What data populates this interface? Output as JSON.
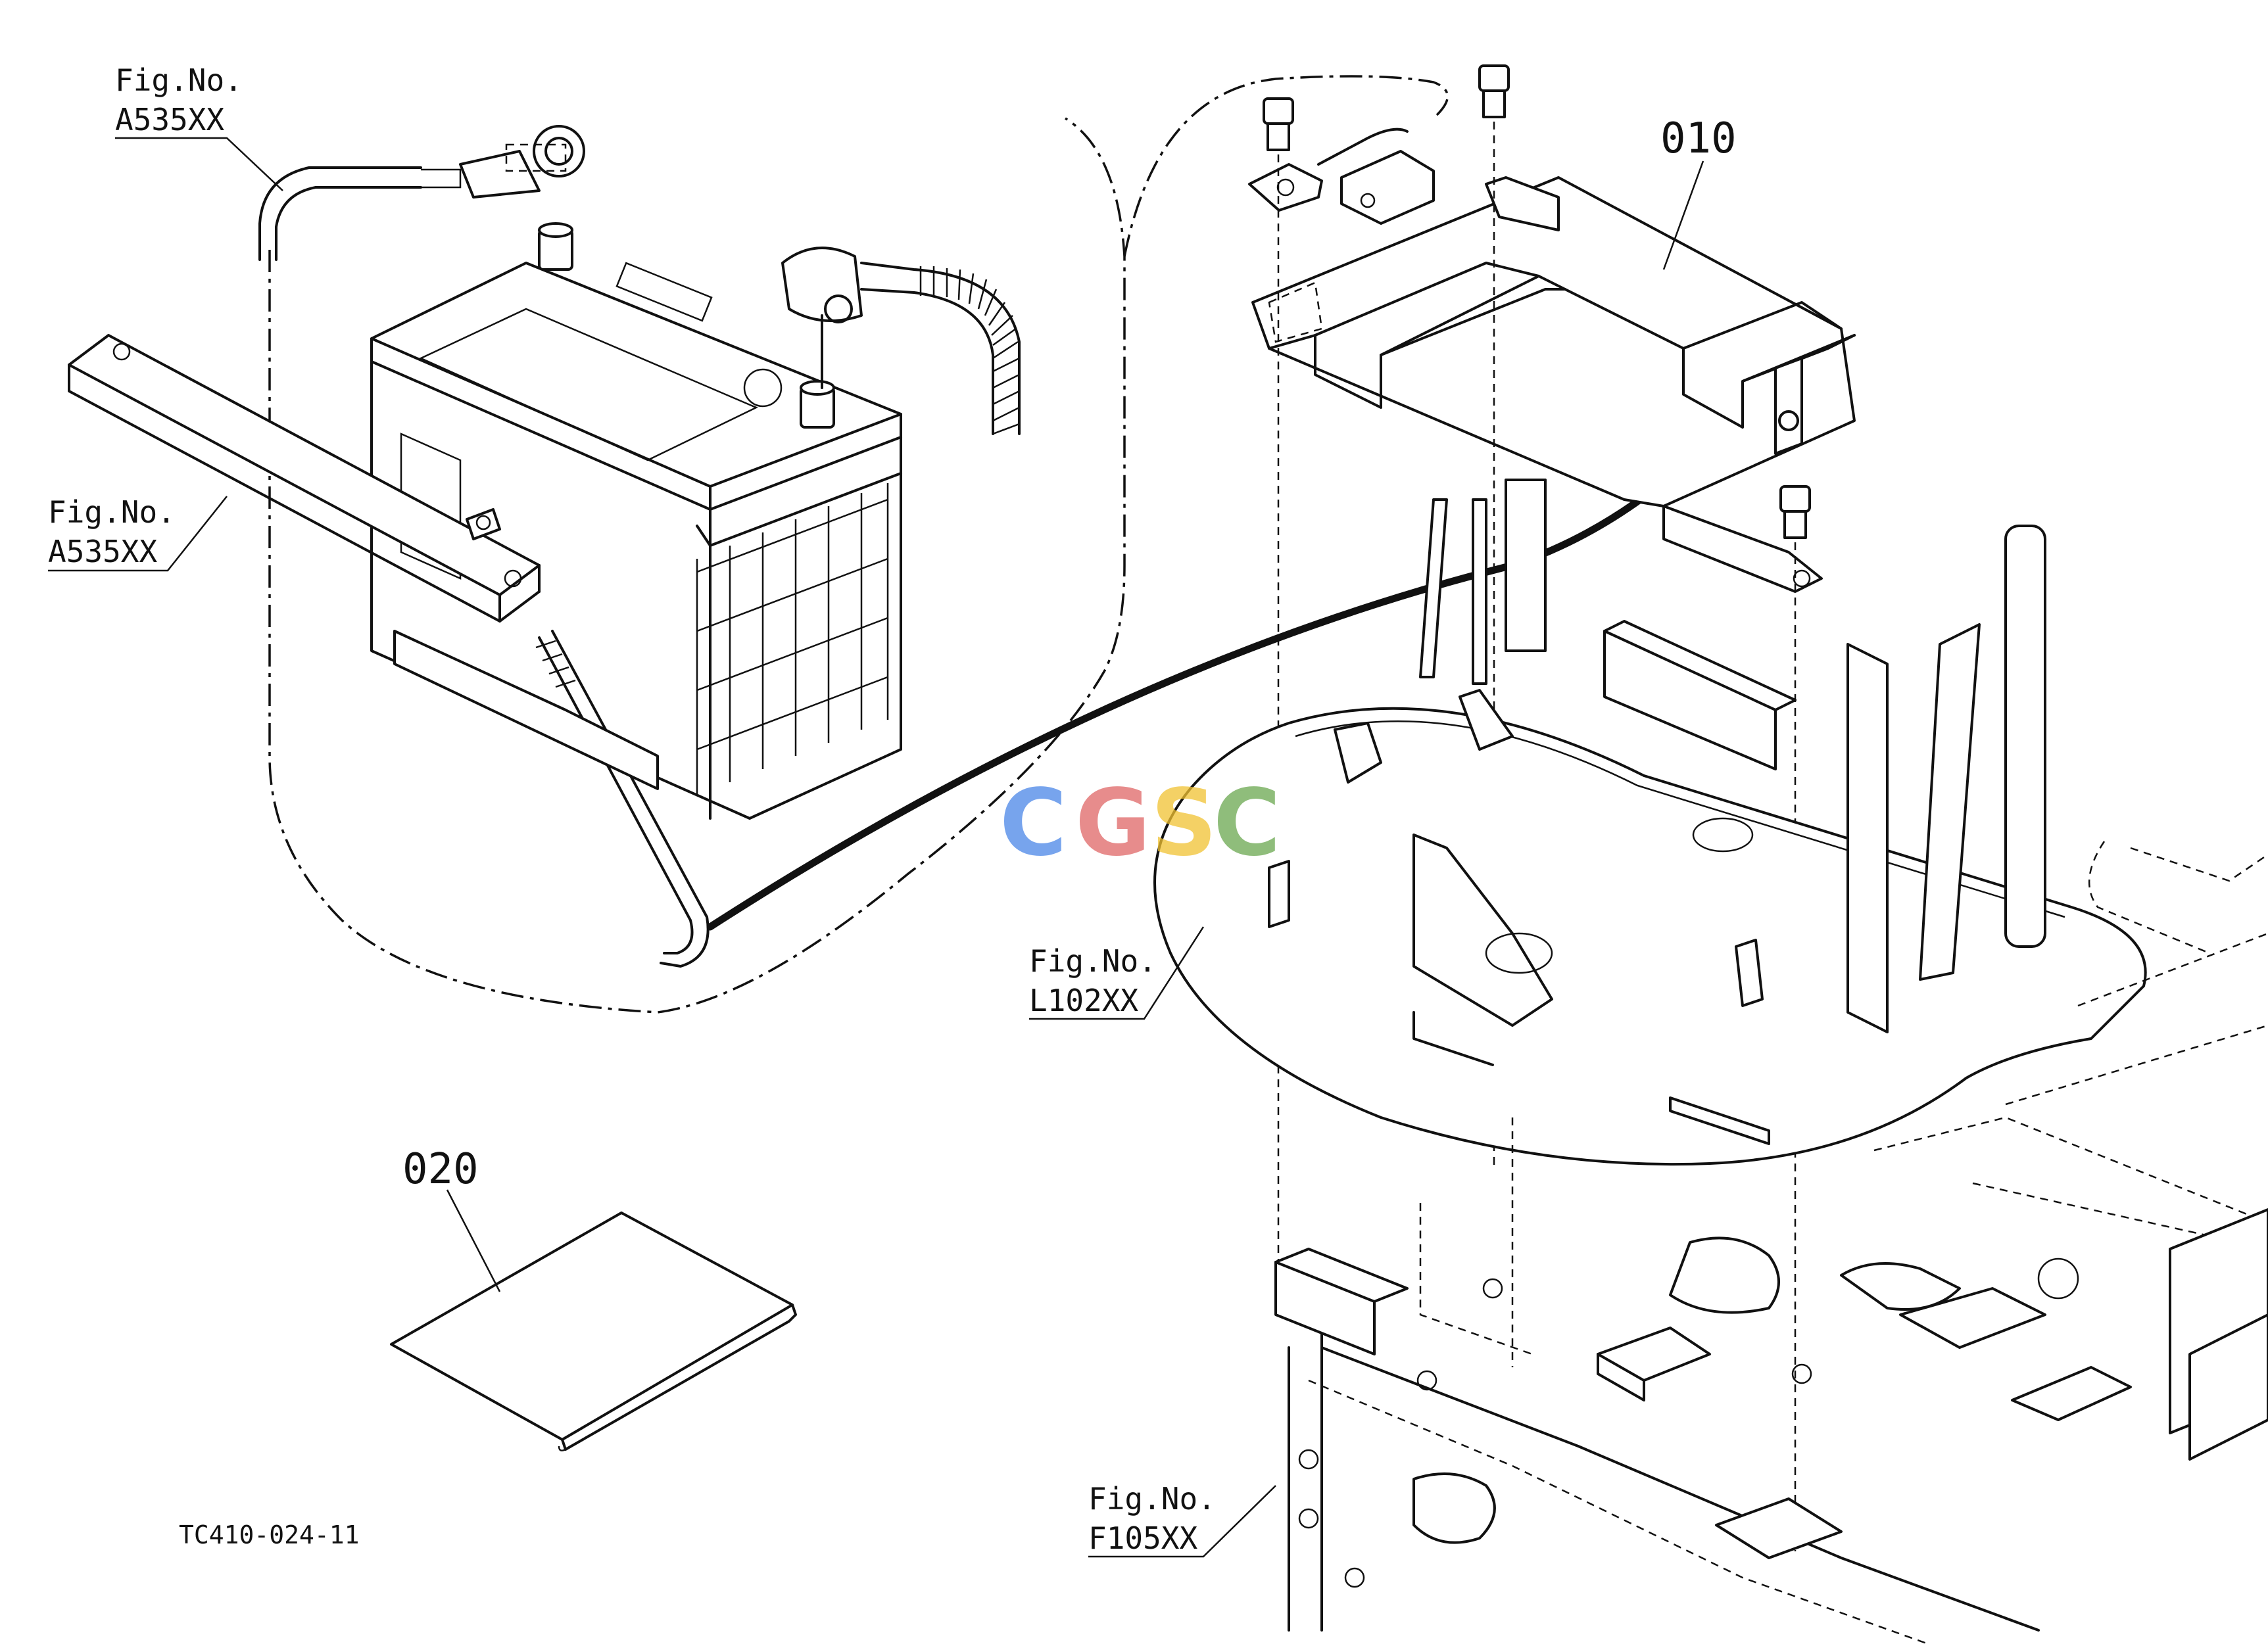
{
  "callouts": {
    "upper_left": {
      "fig_label": "Fig.No.",
      "fig_code": "A535XX"
    },
    "left": {
      "fig_label": "Fig.No.",
      "fig_code": "A535XX"
    },
    "middle": {
      "fig_label": "Fig.No.",
      "fig_code": "L102XX"
    },
    "lower": {
      "fig_label": "Fig.No.",
      "fig_code": "F105XX"
    }
  },
  "parts": {
    "p010": "010",
    "p020": "020"
  },
  "drawing_code": "TC410-024-11",
  "watermark": {
    "letters": [
      "C",
      "G",
      "S",
      "C"
    ],
    "colors": [
      "#4a86e8",
      "#e06666",
      "#f1c232",
      "#6aa84f"
    ]
  }
}
